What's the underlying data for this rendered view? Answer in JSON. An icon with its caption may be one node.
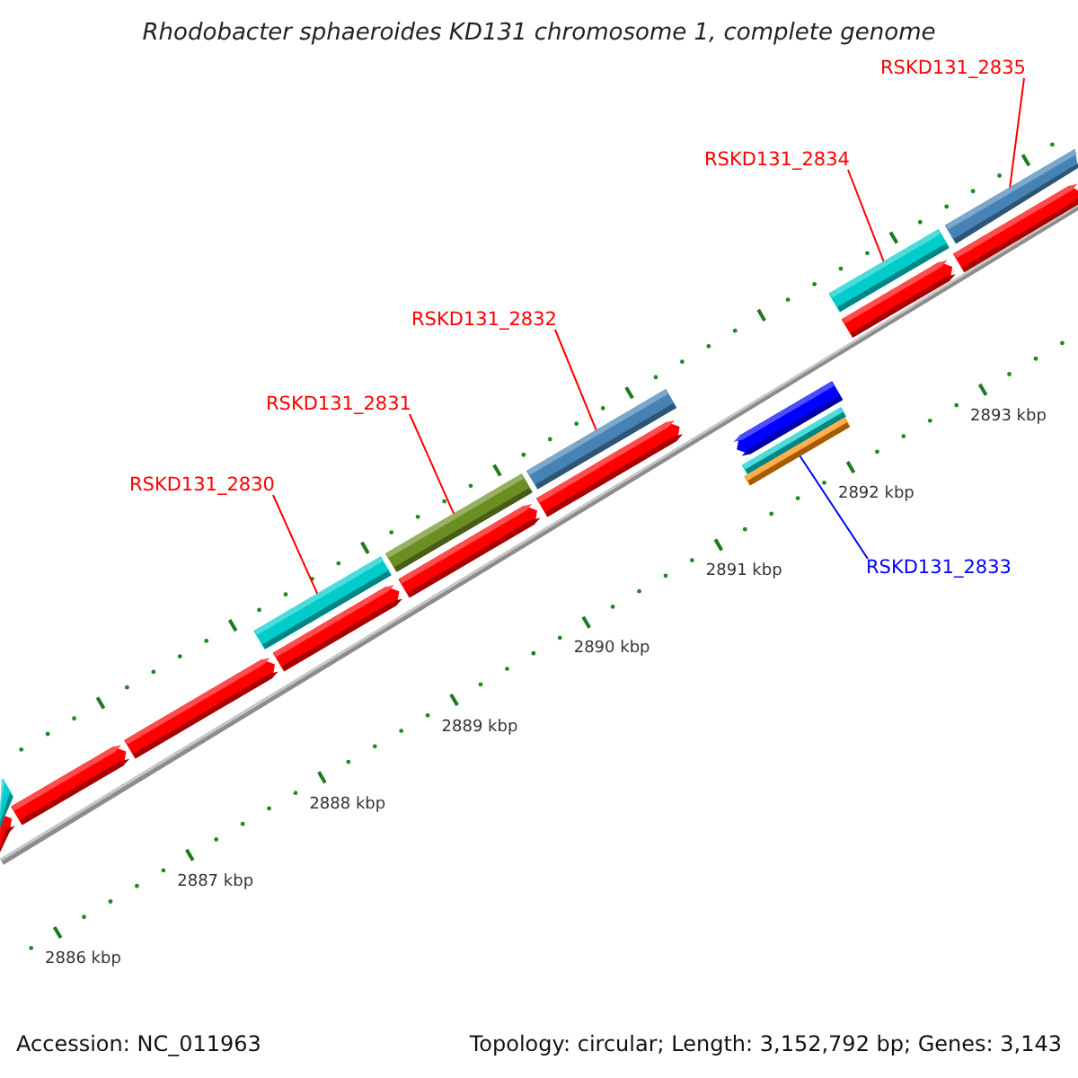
{
  "diagram": {
    "title": "Rhodobacter sphaeroides KD131 chromosome 1, complete genome",
    "nodes": [
      {
        "text": [
          "RSKD131_2835"
        ]
      },
      {
        "text": [
          "RSKD131_2834"
        ]
      },
      {
        "text": [
          "RSKD131_2832"
        ]
      },
      {
        "text": [
          "RSKD131_2831"
        ]
      },
      {
        "text": [
          "RSKD131_2830"
        ]
      },
      {
        "text": [
          "RSKD131_2833"
        ]
      },
      {
        "text": [],
        "shape": "bar"
      },
      {
        "text": [],
        "shape": "bar"
      },
      {
        "text": [],
        "shape": "bar"
      },
      {
        "text": [],
        "shape": "bar"
      },
      {
        "text": [],
        "shape": "bar"
      },
      {
        "text": [],
        "shape": "bar"
      }
    ],
    "edges": [
      {
        "from": 0,
        "to": 11,
        "arrow": "none"
      },
      {
        "from": 1,
        "to": 10,
        "arrow": "none"
      },
      {
        "from": 2,
        "to": 8,
        "arrow": "none"
      },
      {
        "from": 3,
        "to": 7,
        "arrow": "none"
      },
      {
        "from": 4,
        "to": 6,
        "arrow": "none"
      },
      {
        "from": 5,
        "to": 9,
        "arrow": "none",
        "color": "#0000ff"
      }
    ],
    "labels": [
      "2886 kbp",
      "2887 kbp",
      "2888 kbp",
      "2889 kbp",
      "2890 kbp",
      "2891 kbp",
      "2892 kbp",
      "2893 kbp",
      "Accession: NC_011963",
      "Topology: circular; Length: 3,152,792 bp; Genes: 3,143"
    ]
  }
}
